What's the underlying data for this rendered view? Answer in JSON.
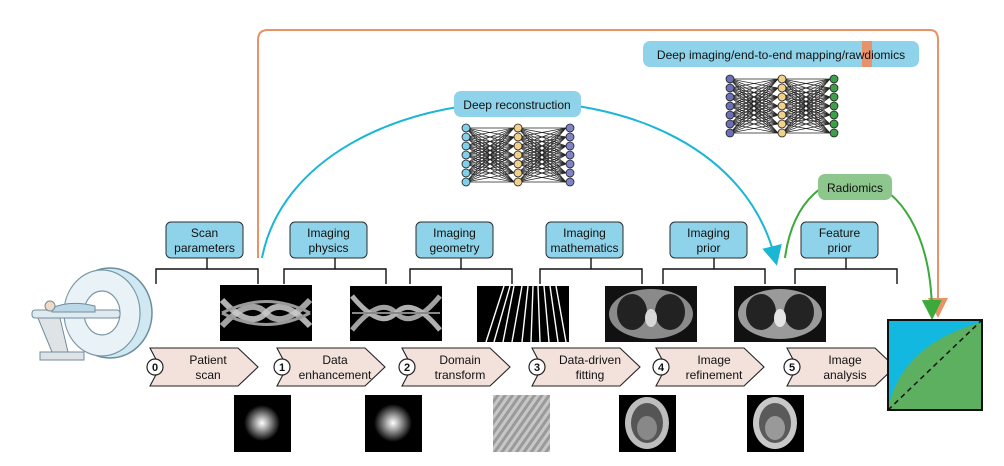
{
  "colors": {
    "blue_box": "#8ED3EA",
    "green_box": "#8DC78D",
    "arrow_cyan": "#19B6D6",
    "arrow_orange": "#E8926A",
    "arrow_green": "#3BAA3B",
    "chevron_fill": "#F3E1DC",
    "node_cyan": "#7FD0E8",
    "node_yellow": "#F0D08A",
    "node_blue": "#7F83C8",
    "node_green": "#3E9E4A",
    "node_navy": "#6B6FB5",
    "roc_blue": "#12B8E0",
    "roc_green": "#5DB05F"
  },
  "top_labels": {
    "deep_imaging_part1": "Deep imaging/end-to-end mapping/raw",
    "deep_imaging_part2": "diomics",
    "deep_reconstruction": "Deep reconstruction",
    "radiomics": "Radiomics"
  },
  "stage_boxes": [
    {
      "line1": "Scan",
      "line2": "parameters"
    },
    {
      "line1": "Imaging",
      "line2": "physics"
    },
    {
      "line1": "Imaging",
      "line2": "geometry"
    },
    {
      "line1": "Imaging",
      "line2": "mathematics"
    },
    {
      "line1": "Imaging",
      "line2": "prior"
    },
    {
      "line1": "Feature",
      "line2": "prior"
    }
  ],
  "steps": [
    {
      "num": "0",
      "line1": "Patient",
      "line2": "scan"
    },
    {
      "num": "1",
      "line1": "Data",
      "line2": "enhancement"
    },
    {
      "num": "2",
      "line1": "Domain",
      "line2": "transform"
    },
    {
      "num": "3",
      "line1": "Data-driven",
      "line2": "fitting"
    },
    {
      "num": "4",
      "line1": "Image",
      "line2": "refinement"
    },
    {
      "num": "5",
      "line1": "Image",
      "line2": "analysis"
    }
  ],
  "icons": {
    "scanner": "ct-scanner-icon",
    "roc": "roc-curve-icon"
  }
}
